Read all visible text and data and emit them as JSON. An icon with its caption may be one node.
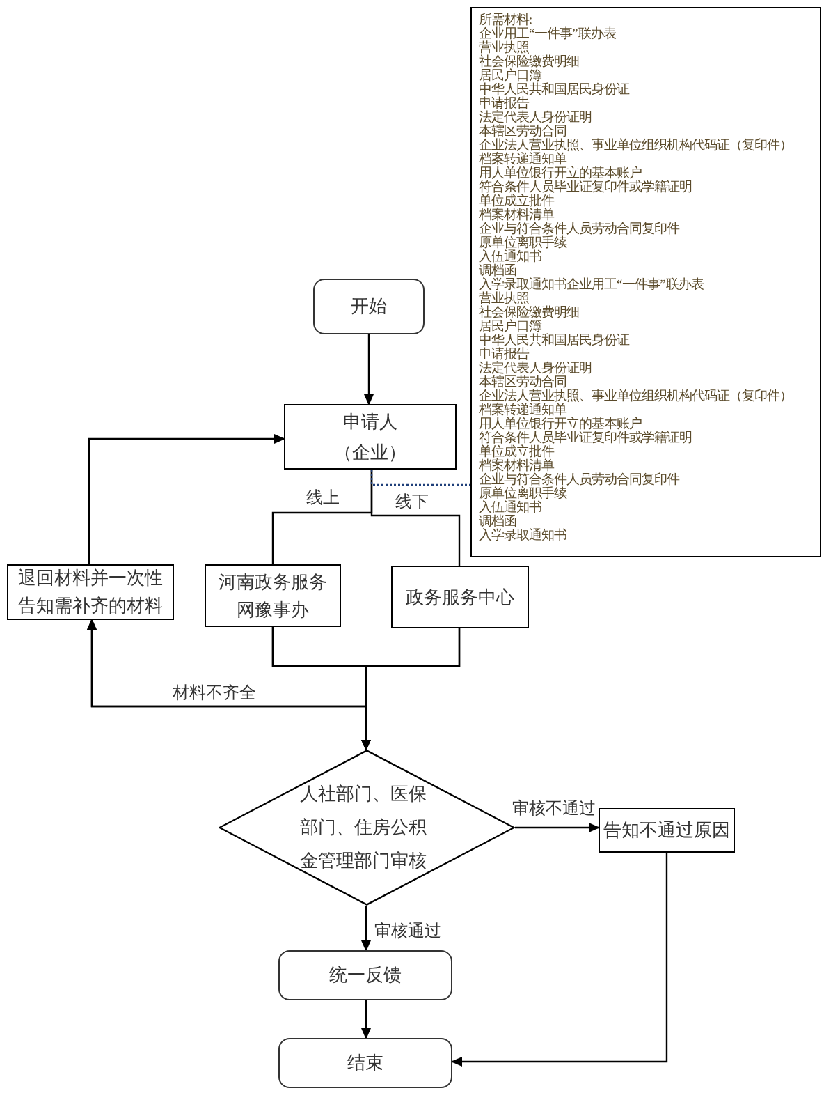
{
  "diagram": {
    "nodes": [
      {
        "text": [
          "开始"
        ]
      },
      {
        "text": [
          "申请人",
          "（企业）"
        ]
      },
      {
        "text": [
          "河南政务服务网豫事办"
        ]
      },
      {
        "text": [
          "政务服务中心"
        ]
      },
      {
        "text": [
          "退回材料并一次性告知需补齐的材料"
        ]
      },
      {
        "text": [
          "人社部门、医保部门、住房公积金管理部门审核"
        ]
      },
      {
        "text": [
          "告知不通过原因"
        ]
      },
      {
        "text": [
          "统一反馈"
        ]
      },
      {
        "text": [
          "结束"
        ]
      },
      {
        "text": [
          "所需材料:",
          "企业用工“一件事”联办表",
          "营业执照",
          "社会保险缴费明细",
          "居民户口簿",
          "中华人民共和国居民身份证",
          "申请报告",
          "法定代表人身份证明",
          "本辖区劳动合同",
          "企业法人营业执照、事业单位组织机构代码证（复印件）",
          "档案转递通知单",
          "用人单位银行开立的基本账户",
          "符合条件人员毕业证复印件或学籍证明",
          "单位成立批件",
          "档案材料清单",
          "企业与符合条件人员劳动合同复印件",
          "原单位离职手续",
          "入伍通知书",
          "调档函",
          "入学录取通知书企业用工“一件事”联办表",
          "营业执照",
          "社会保险缴费明细",
          "居民户口簿",
          "中华人民共和国居民身份证",
          "申请报告",
          "法定代表人身份证明",
          "本辖区劳动合同",
          "企业法人营业执照、事业单位组织机构代码证（复印件）",
          "档案转递通知单",
          "用人单位银行开立的基本账户",
          "符合条件人员毕业证复印件或学籍证明",
          "单位成立批件",
          "档案材料清单",
          "企业与符合条件人员劳动合同复印件",
          "原单位离职手续",
          "入伍通知书",
          "调档函",
          "入学录取通知书"
        ]
      }
    ],
    "edges": [
      {
        "from": 0,
        "to": 1,
        "arrow": "to"
      },
      {
        "from": 1,
        "to": 2,
        "arrow": "none",
        "label": "线上"
      },
      {
        "from": 1,
        "to": 3,
        "arrow": "none",
        "label": "线下"
      },
      {
        "from": 2,
        "to": 5,
        "arrow": "to"
      },
      {
        "from": 3,
        "to": 5,
        "arrow": "to"
      },
      {
        "from": 2,
        "to": 4,
        "arrow": "to",
        "label": "材料不齐全"
      },
      {
        "from": 3,
        "to": 4,
        "arrow": "to"
      },
      {
        "from": 4,
        "to": 1,
        "arrow": "to"
      },
      {
        "from": 5,
        "to": 6,
        "arrow": "to",
        "label": "审核不通过"
      },
      {
        "from": 5,
        "to": 7,
        "arrow": "to",
        "label": "审核通过"
      },
      {
        "from": 7,
        "to": 8,
        "arrow": "to"
      },
      {
        "from": 6,
        "to": 8,
        "arrow": "to"
      },
      {
        "from": 1,
        "to": 9,
        "arrow": "none",
        "style": "dashed",
        "color": "#1f3f7a"
      }
    ]
  }
}
